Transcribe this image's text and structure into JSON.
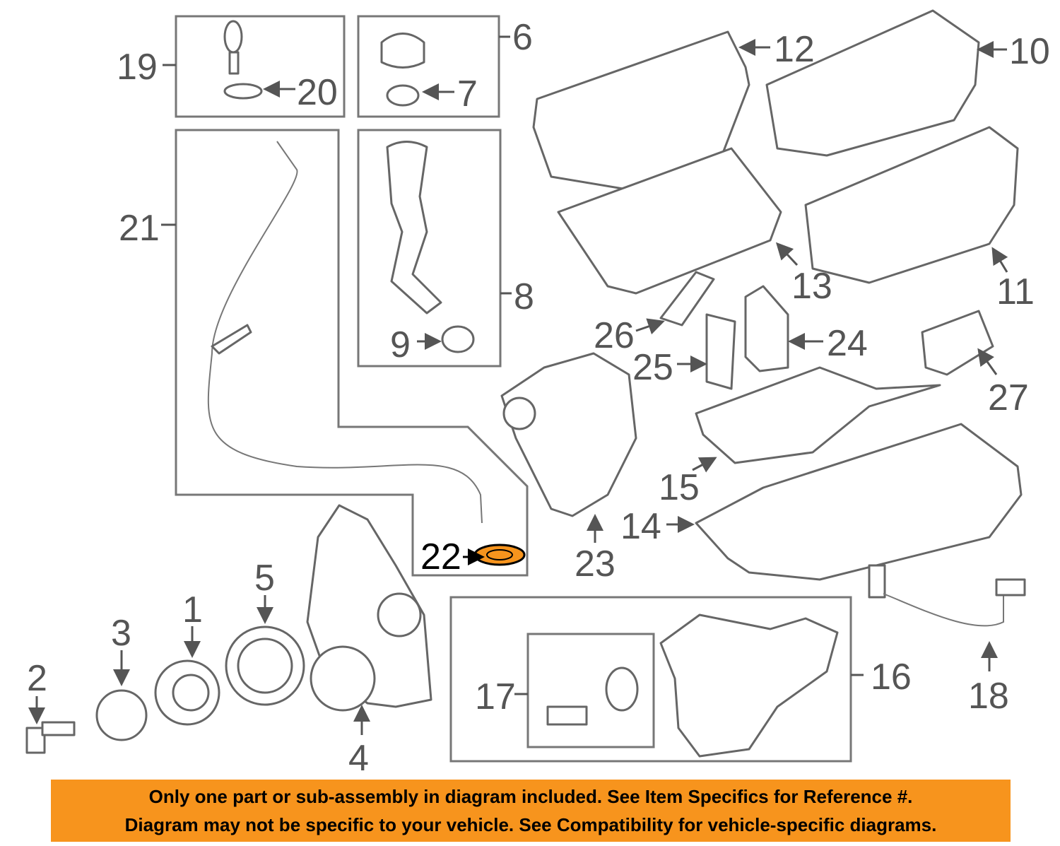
{
  "callouts": {
    "c1": "1",
    "c2": "2",
    "c3": "3",
    "c4": "4",
    "c5": "5",
    "c6": "6",
    "c7": "7",
    "c8": "8",
    "c9": "9",
    "c10": "10",
    "c11": "11",
    "c12": "12",
    "c13": "13",
    "c14": "14",
    "c15": "15",
    "c16": "16",
    "c17": "17",
    "c18": "18",
    "c19": "19",
    "c20": "20",
    "c21": "21",
    "c22": "22",
    "c23": "23",
    "c24": "24",
    "c25": "25",
    "c26": "26",
    "c27": "27"
  },
  "highlight": {
    "part": "22",
    "color": "#F7941D"
  },
  "banner": {
    "line1": "Only one part or sub-assembly in diagram included. See Item Specifics for Reference #.",
    "line2": "Diagram may not be specific to your vehicle. See Compatibility for vehicle-specific diagrams.",
    "color": "#F7941D"
  }
}
